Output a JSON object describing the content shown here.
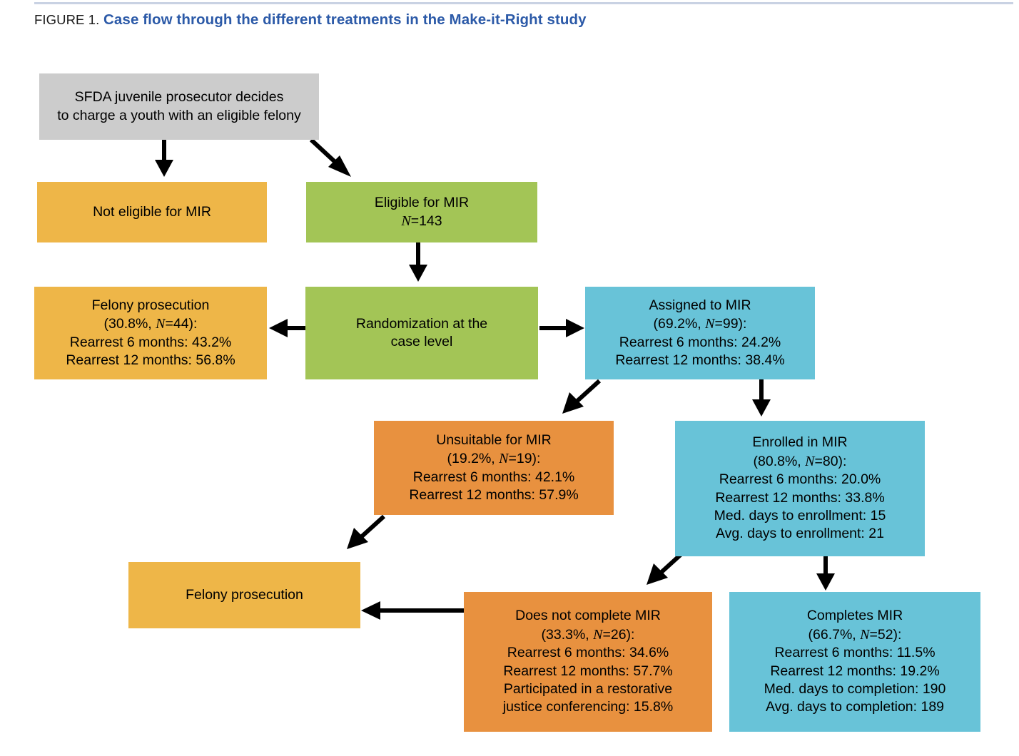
{
  "figure": {
    "label": "FIGURE 1.",
    "title": "Case flow through the different treatments in the Make-it-Right study"
  },
  "colors": {
    "title_blue": "#2c5aa8",
    "gray": "#cccccc",
    "yellow": "#eeb648",
    "green": "#a3c556",
    "blue": "#68c3d8",
    "orange": "#e8913f",
    "arrow": "#000000"
  },
  "chart_data": {
    "type": "diagram",
    "title": "Case flow through the different treatments in the Make-it-Right study",
    "nodes": [
      {
        "id": "start",
        "color": "gray",
        "lines": [
          "SFDA juvenile prosecutor decides",
          "to charge a youth with an eligible felony"
        ]
      },
      {
        "id": "not_eligible",
        "color": "yellow",
        "lines": [
          "Not eligible for MIR"
        ]
      },
      {
        "id": "eligible",
        "color": "green",
        "lines": [
          "Eligible for MIR",
          "N=143"
        ]
      },
      {
        "id": "felony1",
        "color": "yellow",
        "lines": [
          "Felony prosecution",
          "(30.8%, N=44):",
          "Rearrest 6 months: 43.2%",
          "Rearrest 12 months: 56.8%"
        ]
      },
      {
        "id": "random",
        "color": "green",
        "lines": [
          "Randomization at the",
          "case level"
        ]
      },
      {
        "id": "assigned",
        "color": "blue",
        "lines": [
          "Assigned to MIR",
          "(69.2%, N=99):",
          "Rearrest 6 months: 24.2%",
          "Rearrest 12 months: 38.4%"
        ]
      },
      {
        "id": "unsuitable",
        "color": "orange",
        "lines": [
          "Unsuitable for MIR",
          "(19.2%, N=19):",
          "Rearrest 6 months: 42.1%",
          "Rearrest 12 months: 57.9%"
        ]
      },
      {
        "id": "enrolled",
        "color": "blue",
        "lines": [
          "Enrolled in MIR",
          "(80.8%, N=80):",
          "Rearrest 6 months: 20.0%",
          "Rearrest 12 months: 33.8%",
          "Med. days to enrollment: 15",
          "Avg. days to enrollment: 21"
        ]
      },
      {
        "id": "felony2",
        "color": "yellow",
        "lines": [
          "Felony prosecution"
        ]
      },
      {
        "id": "not_complete",
        "color": "orange",
        "lines": [
          "Does not complete MIR",
          "(33.3%, N=26):",
          "Rearrest 6 months: 34.6%",
          "Rearrest 12 months: 57.7%",
          "Participated in a restorative",
          "justice conferencing: 15.8%"
        ]
      },
      {
        "id": "completes",
        "color": "blue",
        "lines": [
          "Completes MIR",
          "(66.7%, N=52):",
          "Rearrest 6 months: 11.5%",
          "Rearrest 12 months: 19.2%",
          "Med. days to completion: 190",
          "Avg. days to completion: 189"
        ]
      }
    ],
    "edges": [
      {
        "from": "start",
        "to": "not_eligible",
        "style": "vertical-down"
      },
      {
        "from": "start",
        "to": "eligible",
        "style": "diagonal-down-right"
      },
      {
        "from": "eligible",
        "to": "random",
        "style": "vertical-down"
      },
      {
        "from": "random",
        "to": "felony1",
        "style": "horizontal-left"
      },
      {
        "from": "random",
        "to": "assigned",
        "style": "horizontal-right"
      },
      {
        "from": "assigned",
        "to": "unsuitable",
        "style": "diagonal-down-left"
      },
      {
        "from": "assigned",
        "to": "enrolled",
        "style": "vertical-down"
      },
      {
        "from": "unsuitable",
        "to": "felony2",
        "style": "diagonal-down-left"
      },
      {
        "from": "enrolled",
        "to": "not_complete",
        "style": "diagonal-down-left"
      },
      {
        "from": "enrolled",
        "to": "completes",
        "style": "vertical-down"
      }
    ]
  },
  "nodes": {
    "start": {
      "l0": "SFDA juvenile prosecutor decides",
      "l1": "to charge a youth with an eligible felony"
    },
    "not_eligible": {
      "l0": "Not eligible for MIR"
    },
    "eligible": {
      "l0": "Eligible for MIR",
      "l1n": "N",
      "l1v": "=143"
    },
    "felony1": {
      "l0": "Felony prosecution",
      "l1a": "(30.8%, ",
      "l1n": "N",
      "l1b": "=44):",
      "l2": "Rearrest 6 months: 43.2%",
      "l3": "Rearrest 12 months: 56.8%"
    },
    "random": {
      "l0": "Randomization at the",
      "l1": "case level"
    },
    "assigned": {
      "l0": "Assigned to MIR",
      "l1a": "(69.2%, ",
      "l1n": "N",
      "l1b": "=99):",
      "l2": "Rearrest 6 months: 24.2%",
      "l3": "Rearrest 12 months: 38.4%"
    },
    "unsuitable": {
      "l0": "Unsuitable for MIR",
      "l1a": "(19.2%, ",
      "l1n": "N",
      "l1b": "=19):",
      "l2": "Rearrest 6 months: 42.1%",
      "l3": "Rearrest 12 months: 57.9%"
    },
    "enrolled": {
      "l0": "Enrolled in MIR",
      "l1a": "(80.8%, ",
      "l1n": "N",
      "l1b": "=80):",
      "l2": "Rearrest 6 months: 20.0%",
      "l3": "Rearrest 12 months: 33.8%",
      "l4": "Med. days to enrollment: 15",
      "l5": "Avg. days to enrollment: 21"
    },
    "felony2": {
      "l0": "Felony prosecution"
    },
    "not_complete": {
      "l0": "Does not complete MIR",
      "l1a": "(33.3%, ",
      "l1n": "N",
      "l1b": "=26):",
      "l2": "Rearrest 6 months: 34.6%",
      "l3": "Rearrest 12 months: 57.7%",
      "l4": "Participated in a restorative",
      "l5": "justice conferencing: 15.8%"
    },
    "completes": {
      "l0": "Completes MIR",
      "l1a": "(66.7%, ",
      "l1n": "N",
      "l1b": "=52):",
      "l2": "Rearrest 6 months: 11.5%",
      "l3": "Rearrest 12 months: 19.2%",
      "l4": "Med. days to completion: 190",
      "l5": "Avg. days to completion: 189"
    }
  }
}
